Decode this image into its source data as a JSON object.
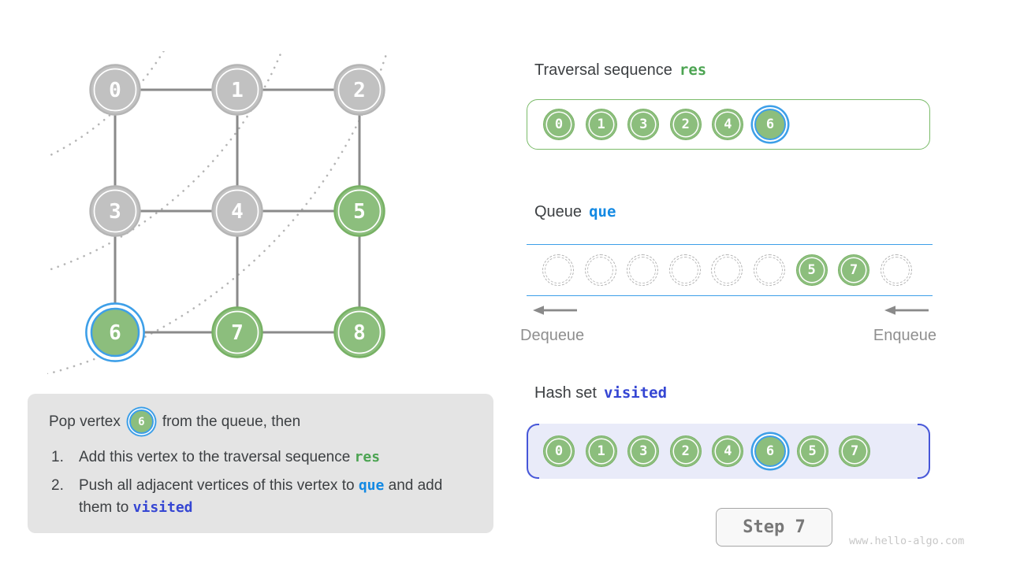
{
  "colors": {
    "node_green": "#8CBE7D",
    "node_green_border": "#77B164",
    "node_gray": "#C1C1C1",
    "node_gray_border": "#B5B5B5",
    "blue_highlight": "#3D9FE8",
    "res_border": "#7ABB69",
    "code_green": "#4CA452",
    "code_blue": "#1389E3",
    "code_indigo": "#3546D3",
    "hashset_bg": "#E9EBF9",
    "hashset_bracket": "#4656D8",
    "edge_gray": "#8A8A8A",
    "arc_gray": "#B5B5B5",
    "text_dark": "#3D4043",
    "muted_gray": "#8F8F8F",
    "box_bg": "#E4E4E4",
    "watermark": "#C7C7C7"
  },
  "graph": {
    "vertices": [
      {
        "label": "0",
        "row": 0,
        "col": 0,
        "state": "done"
      },
      {
        "label": "1",
        "row": 0,
        "col": 1,
        "state": "done"
      },
      {
        "label": "2",
        "row": 0,
        "col": 2,
        "state": "done"
      },
      {
        "label": "3",
        "row": 1,
        "col": 0,
        "state": "done"
      },
      {
        "label": "4",
        "row": 1,
        "col": 1,
        "state": "done"
      },
      {
        "label": "5",
        "row": 1,
        "col": 2,
        "state": "discovered"
      },
      {
        "label": "6",
        "row": 2,
        "col": 0,
        "state": "current"
      },
      {
        "label": "7",
        "row": 2,
        "col": 1,
        "state": "discovered"
      },
      {
        "label": "8",
        "row": 2,
        "col": 2,
        "state": "discovered"
      }
    ],
    "edges": [
      [
        "0",
        "1"
      ],
      [
        "1",
        "2"
      ],
      [
        "3",
        "4"
      ],
      [
        "4",
        "5"
      ],
      [
        "6",
        "7"
      ],
      [
        "7",
        "8"
      ],
      [
        "0",
        "3"
      ],
      [
        "3",
        "6"
      ],
      [
        "1",
        "4"
      ],
      [
        "4",
        "7"
      ],
      [
        "2",
        "5"
      ],
      [
        "5",
        "8"
      ]
    ]
  },
  "sections": {
    "traversal": {
      "title": "Traversal sequence",
      "token": "res",
      "items": [
        {
          "label": "0"
        },
        {
          "label": "1"
        },
        {
          "label": "3"
        },
        {
          "label": "2"
        },
        {
          "label": "4"
        },
        {
          "label": "6",
          "highlight": true
        }
      ]
    },
    "queue": {
      "title": "Queue",
      "token": "que",
      "slots": [
        "",
        "",
        "",
        "",
        "",
        "",
        "5",
        "7",
        ""
      ],
      "dequeue_label": "Dequeue",
      "enqueue_label": "Enqueue"
    },
    "hashset": {
      "title": "Hash set",
      "token": "visited",
      "items": [
        {
          "label": "0"
        },
        {
          "label": "1"
        },
        {
          "label": "3"
        },
        {
          "label": "2"
        },
        {
          "label": "4"
        },
        {
          "label": "6",
          "highlight": true
        },
        {
          "label": "5"
        },
        {
          "label": "7"
        }
      ]
    }
  },
  "explanation": {
    "intro_prefix": "Pop vertex",
    "badge_label": "6",
    "intro_suffix": "from the queue, then",
    "items": [
      {
        "num": "1.",
        "parts": [
          {
            "text": "Add this vertex to the traversal sequence "
          },
          {
            "code": "res",
            "style": "green"
          }
        ]
      },
      {
        "num": "2.",
        "parts": [
          {
            "text": "Push all adjacent vertices of this vertex to "
          },
          {
            "code": "que",
            "style": "blue"
          },
          {
            "text": " and add them to "
          },
          {
            "code": "visited",
            "style": "indigo"
          }
        ]
      }
    ]
  },
  "footer": {
    "step_label": "Step 7",
    "watermark": "www.hello-algo.com"
  }
}
